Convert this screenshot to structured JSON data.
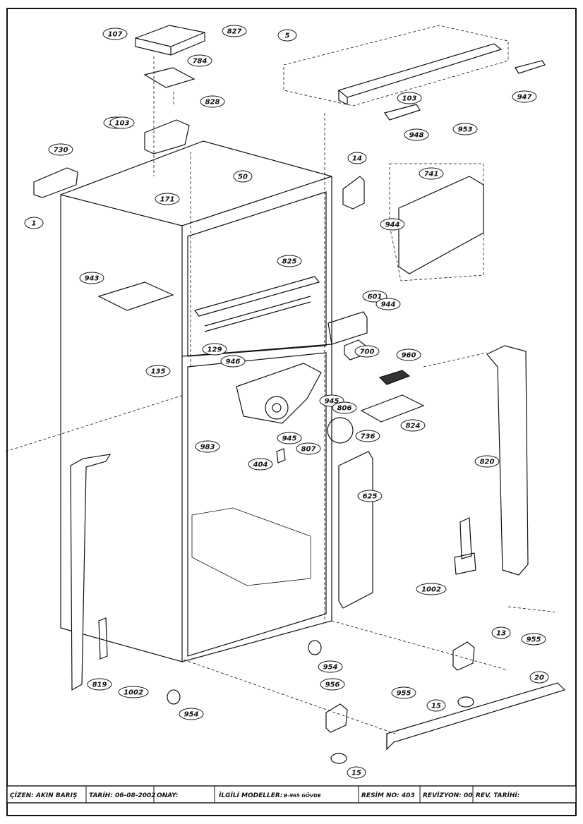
{
  "callouts": [
    "107",
    "827",
    "784",
    "828",
    "103",
    "730",
    "5",
    "103",
    "947",
    "948",
    "953",
    "741",
    "14",
    "944",
    "171",
    "50",
    "1",
    "943",
    "825",
    "601",
    "944",
    "700",
    "960",
    "129",
    "135",
    "946",
    "945",
    "806",
    "824",
    "983",
    "945",
    "807",
    "736",
    "404",
    "820",
    "625",
    "1002",
    "13",
    "955",
    "954",
    "20",
    "15",
    "956",
    "955",
    "819",
    "1002",
    "954",
    "15",
    "103"
  ],
  "title_block": {
    "drawn_by": "ÇİZEN: AKIN  BARIŞ",
    "date": "TARİH: 06-08-2002",
    "approval": "ONAY:",
    "models_label": "İLGİLİ MODELLER:",
    "models_value": "B-965 GÖVDE",
    "drawing_no": "RESİM NO: 403",
    "revision": "REVİZYON: 00",
    "rev_date": "REV. TARİHİ:"
  },
  "colors": {
    "line": "#111111",
    "paper": "#ffffff"
  }
}
